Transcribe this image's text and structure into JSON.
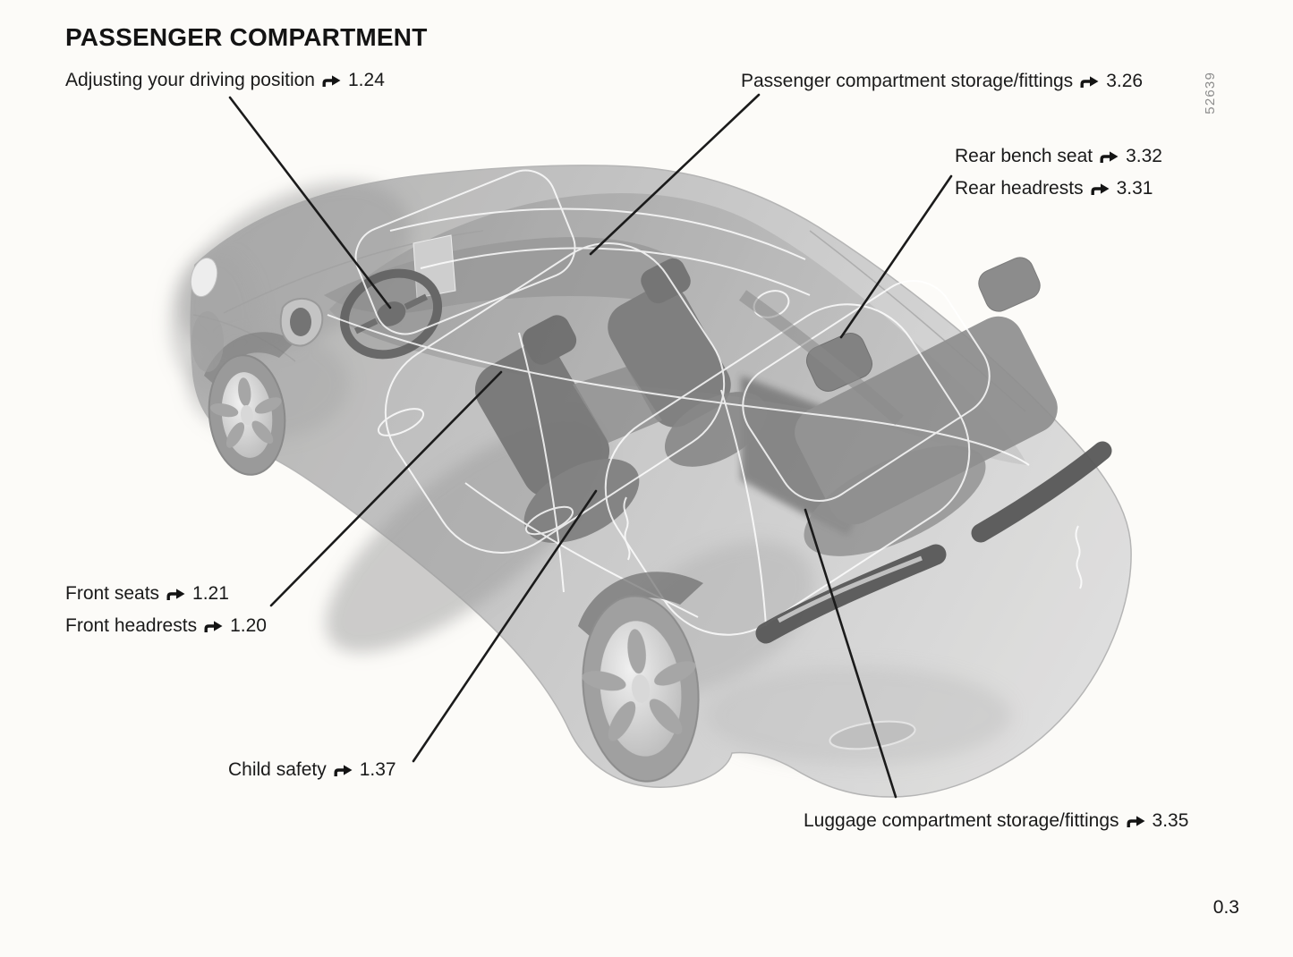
{
  "page": {
    "title": "PASSENGER COMPARTMENT",
    "page_number": "0.3",
    "figure_code": "52639"
  },
  "callouts": [
    {
      "label": "Adjusting your driving position",
      "ref": "1.24"
    },
    {
      "label": "Passenger compartment storage/fittings",
      "ref": "3.26"
    },
    {
      "label": "Rear bench seat",
      "ref": "3.32"
    },
    {
      "label": "Rear headrests",
      "ref": "3.31"
    },
    {
      "label": "Front seats",
      "ref": "1.21"
    },
    {
      "label": "Front headrests",
      "ref": "1.20"
    },
    {
      "label": "Child safety",
      "ref": "1.37"
    },
    {
      "label": "Luggage compartment storage/fittings",
      "ref": "3.35"
    }
  ],
  "icons": {
    "section_arrow": "hooked-right-arrow"
  },
  "colors": {
    "text": "#1a1a1a",
    "leader_line": "#1b1b1b",
    "figure_code": "#8d8d8d",
    "car_body_light": "#d9d9d9",
    "car_body_dark": "#a6a6a6",
    "seats": "#757575",
    "background": "#fcfbf8"
  }
}
